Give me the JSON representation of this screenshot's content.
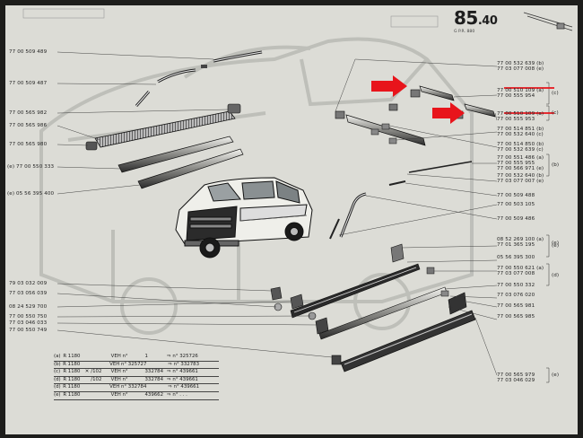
{
  "page": {
    "number_main": "85",
    "number_decimal": ".40",
    "ref": "G          P.R. 880"
  },
  "left_labels": [
    {
      "lines": [
        "77 00 509 489"
      ]
    },
    {
      "lines": [
        "77 00 509 487"
      ]
    },
    {
      "lines": [
        "77 00 565 982"
      ]
    },
    {
      "lines": [
        "77 00 565 986"
      ]
    },
    {
      "lines": [
        "77 00 565 980"
      ]
    },
    {
      "lines": [
        "(e) 77 00 550 333"
      ]
    },
    {
      "lines": [
        "(e) 05 56 395 400"
      ]
    },
    {
      "lines": [
        "79 03 032 009"
      ]
    },
    {
      "lines": [
        "77 03 056 039"
      ]
    },
    {
      "lines": [
        "08 24 529 700"
      ]
    },
    {
      "lines": [
        "77 00 550 750"
      ]
    },
    {
      "lines": [
        "77 03 046 033"
      ]
    },
    {
      "lines": [
        "77 00 550 749"
      ]
    }
  ],
  "right_labels": [
    {
      "lines": [
        "77 00 532 639 (b)",
        "77 03 077 008 (e)"
      ]
    },
    {
      "lines": [
        "77 00 510 109 (a)",
        "77 00 555 954"
      ]
    },
    {
      "lines": [
        "77 00 510 109 (a)",
        "77 00 555 953"
      ]
    },
    {
      "lines": [
        "77 00 514 851 (b)",
        "77 00 532 640 (c)"
      ]
    },
    {
      "lines": [
        "77 00 514 850 (b)",
        "77 00 532 639 (c)"
      ]
    },
    {
      "lines": [
        "77 00 551 486 (a)",
        "77 00 555 955",
        "77 00 566 971 (e)"
      ]
    },
    {
      "lines": [
        "77 00 532 640 (b)",
        "77 03 077 007 (e)"
      ]
    },
    {
      "lines": [
        "77 00 509 488"
      ]
    },
    {
      "lines": [
        "77 00 503 105"
      ]
    },
    {
      "lines": [
        "77 00 509 486"
      ]
    },
    {
      "lines": [
        "08 52 269 100 (a)",
        "77 01 365 195"
      ]
    },
    {
      "lines": [
        "05 56 395 300"
      ]
    },
    {
      "lines": [
        "77 00 550 621 (a)",
        "77 03 077 008"
      ]
    },
    {
      "lines": [
        "77 00 550 332"
      ]
    },
    {
      "lines": [
        "77 03 076 020"
      ]
    },
    {
      "lines": [
        "77 00 565 981"
      ]
    },
    {
      "lines": [
        "77 00 565 985"
      ]
    },
    {
      "lines": [
        "77 00 565 979",
        "77 03 046 029"
      ]
    }
  ],
  "brackets": [
    "(c)",
    "(c)",
    "(b)",
    "(e)",
    "(d)",
    "(e)",
    "(e)"
  ],
  "table": [
    [
      "(a)",
      "R 1180",
      "",
      "",
      "",
      "VEH n°",
      "1",
      "⇒",
      "n° 325726"
    ],
    [
      "(b)",
      "R 1180",
      "",
      "",
      "",
      "VEH n° 325727",
      "",
      "⇒",
      "n° 332783"
    ],
    [
      "(c)",
      "R 1180",
      "✕",
      "/102",
      "",
      "VEH n°",
      "332784",
      "⇒",
      "n° 439661"
    ],
    [
      "(d)",
      "R 1180",
      "",
      "/102",
      "",
      "VEH n°",
      "332784",
      "⇒",
      "n° 439661"
    ],
    [
      "(d)",
      "R 1180",
      "",
      "",
      "",
      "VEH n° 332784",
      "",
      "⇒",
      "n° 439661"
    ],
    [
      "(e)",
      "R 1180",
      "",
      "",
      "",
      "VEH n°",
      "439662",
      "⇒",
      "n° . . ."
    ]
  ],
  "colors": {
    "paper": "#dcdcd6",
    "ink": "#262626",
    "arrow": "#e8141b",
    "frame": "#1d1d1b"
  }
}
